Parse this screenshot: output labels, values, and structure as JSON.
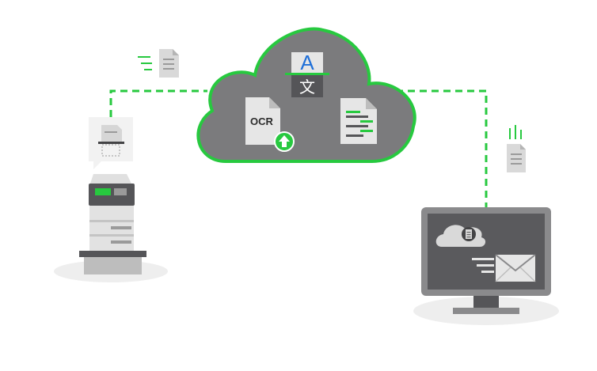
{
  "cloud": {
    "ocr_label": "OCR",
    "translate_source_glyph": "A",
    "translate_target_glyph": "文"
  },
  "icons": [
    "scanner-printer-icon",
    "scan-document-icon",
    "sending-document-icon",
    "cloud-icon",
    "translate-icon",
    "ocr-document-icon",
    "upload-arrow-icon",
    "structured-document-icon",
    "incoming-document-icon",
    "desktop-monitor-icon",
    "mail-envelope-icon"
  ],
  "colors": {
    "accent_green": "#27c93f",
    "cloud_fill": "#7b7b7d",
    "document_fill": "#e6e6e6",
    "dark_gray": "#555558",
    "shadow": "#eeeeee"
  }
}
